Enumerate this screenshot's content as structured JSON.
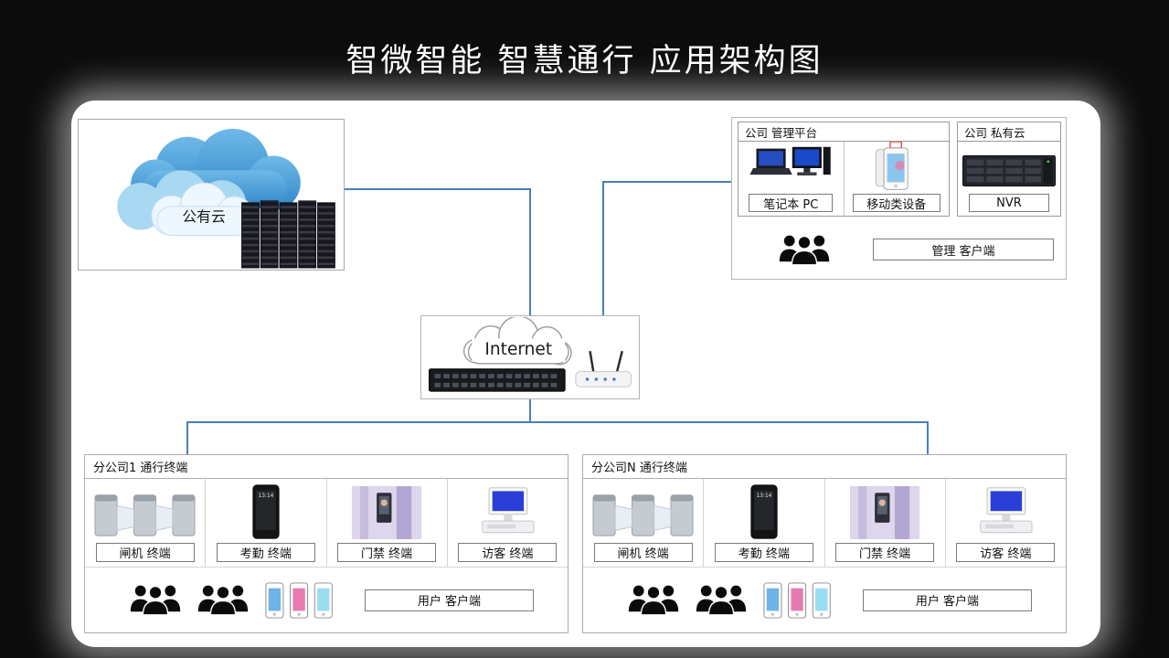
{
  "title": "智微智能 智慧通行 应用架构图",
  "public_cloud": {
    "label": "公有云"
  },
  "company": {
    "management_platform": {
      "header": "公司 管理平台",
      "laptop_label": "笔记本 PC",
      "mobile_label": "移动类设备"
    },
    "private_cloud": {
      "header": "公司 私有云",
      "nvr_label": "NVR"
    },
    "client_label": "管理 客户端"
  },
  "internet": {
    "label": "Internet"
  },
  "devices": {
    "attendance_time": "13:14"
  },
  "branches": [
    {
      "header": "分公司1 通行终端",
      "terminals": [
        "闸机 终端",
        "考勤 终端",
        "门禁 终端",
        "访客 终端"
      ],
      "client_label": "用户 客户端"
    },
    {
      "header": "分公司N 通行终端",
      "terminals": [
        "闸机 终端",
        "考勤 终端",
        "门禁 终端",
        "访客 终端"
      ],
      "client_label": "用户 客户端"
    }
  ],
  "colors": {
    "connector": "#4a7ebb"
  }
}
